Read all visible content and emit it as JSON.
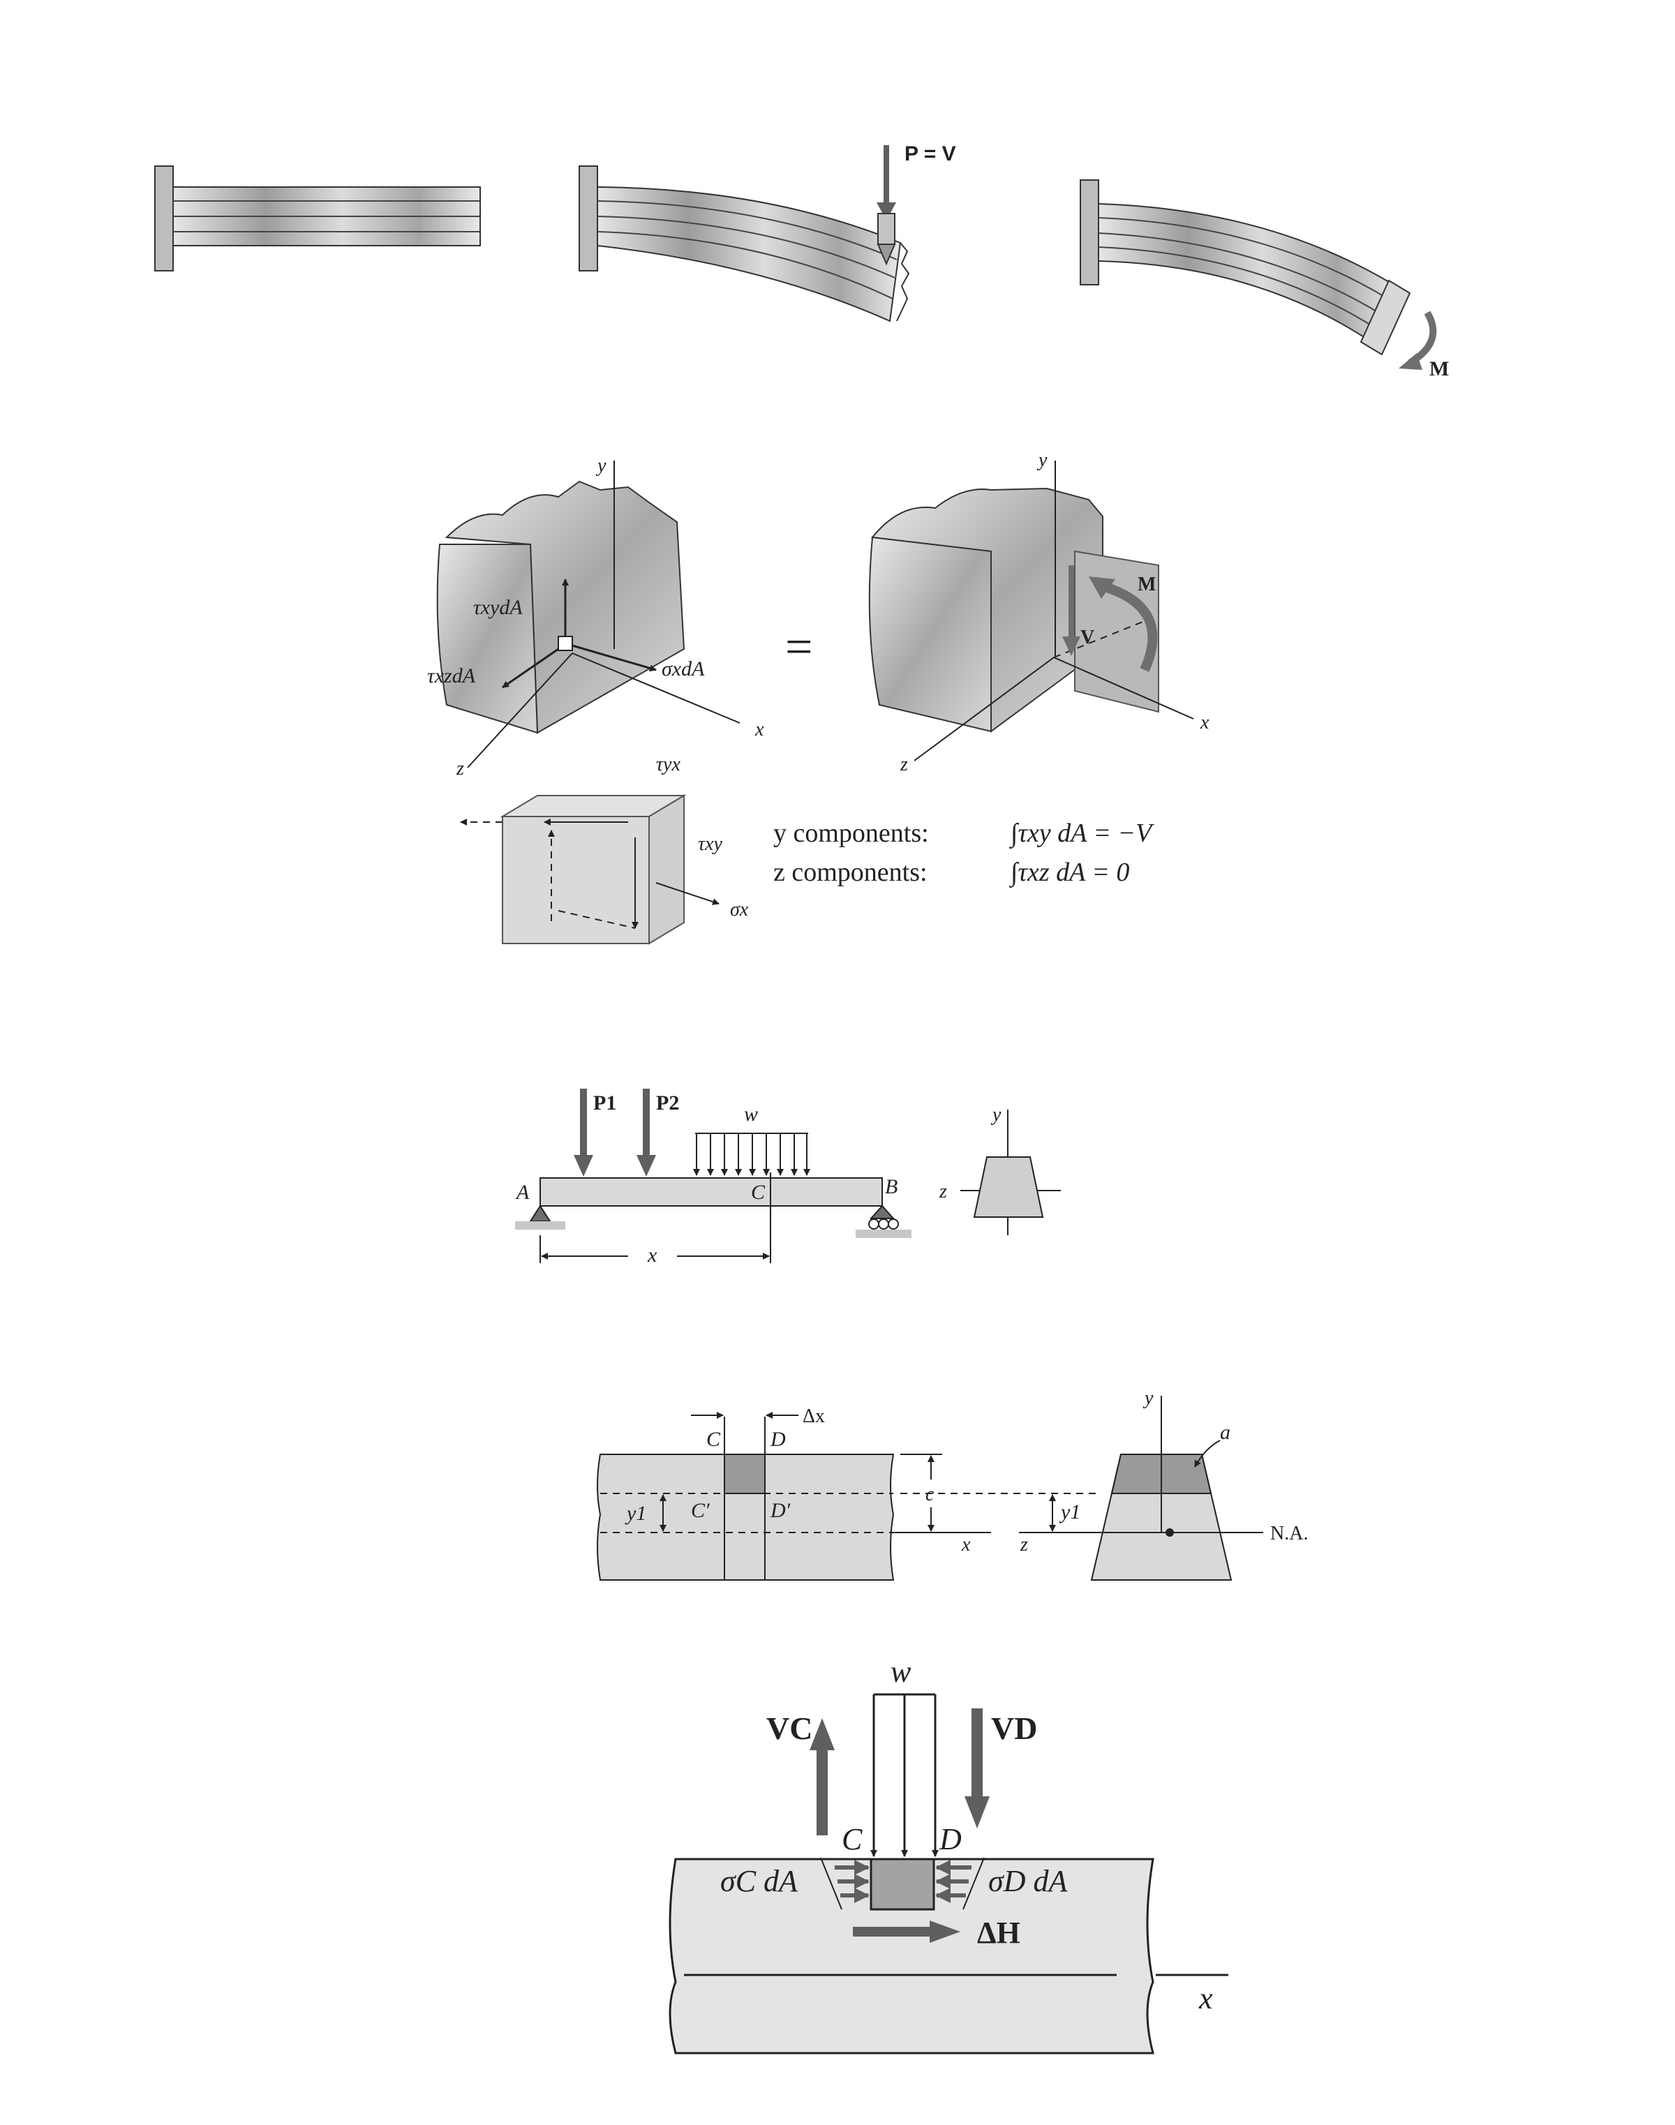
{
  "colors": {
    "beam_gray": "#c9c9c9",
    "dark_gray": "#6e6e6e",
    "arrow_gray": "#5f5f5f",
    "shade": "#9a9a9a",
    "line": "#222222"
  },
  "panel1": {
    "load_label": "P = V",
    "moment_label": "M"
  },
  "panel2": {
    "y_left": "y",
    "y_right": "y",
    "x_left": "x",
    "x_right": "x",
    "z_left": "z",
    "z_right": "z",
    "txy_dA": "τxydA",
    "txz_dA": "τxzdA",
    "sx_dA": "σxdA",
    "equals": "=",
    "V": "V",
    "M": "M",
    "tyx": "τyx",
    "txy": "τxy",
    "sx": "σx",
    "eq1_label": "y components:",
    "eq1": "∫τxy dA = −V",
    "eq2_label": "z components:",
    "eq2": "∫τxz dA = 0"
  },
  "panel3": {
    "P1": "P1",
    "P2": "P2",
    "w": "w",
    "A": "A",
    "B": "B",
    "C": "C",
    "x": "x",
    "y": "y",
    "z": "z"
  },
  "panel4": {
    "C": "C",
    "D": "D",
    "dx": "Δx",
    "y1_left": "y1",
    "Cp": "C′",
    "Dp": "D′",
    "c": "c",
    "x": "x",
    "y": "y",
    "z": "z",
    "y1_right": "y1",
    "a": "a",
    "NA": "N.A."
  },
  "panel5": {
    "w": "w",
    "VC": "VC",
    "VD": "VD",
    "C": "C",
    "D": "D",
    "sC": "σC dA",
    "sD": "σD dA",
    "dH": "ΔH",
    "x": "x"
  }
}
